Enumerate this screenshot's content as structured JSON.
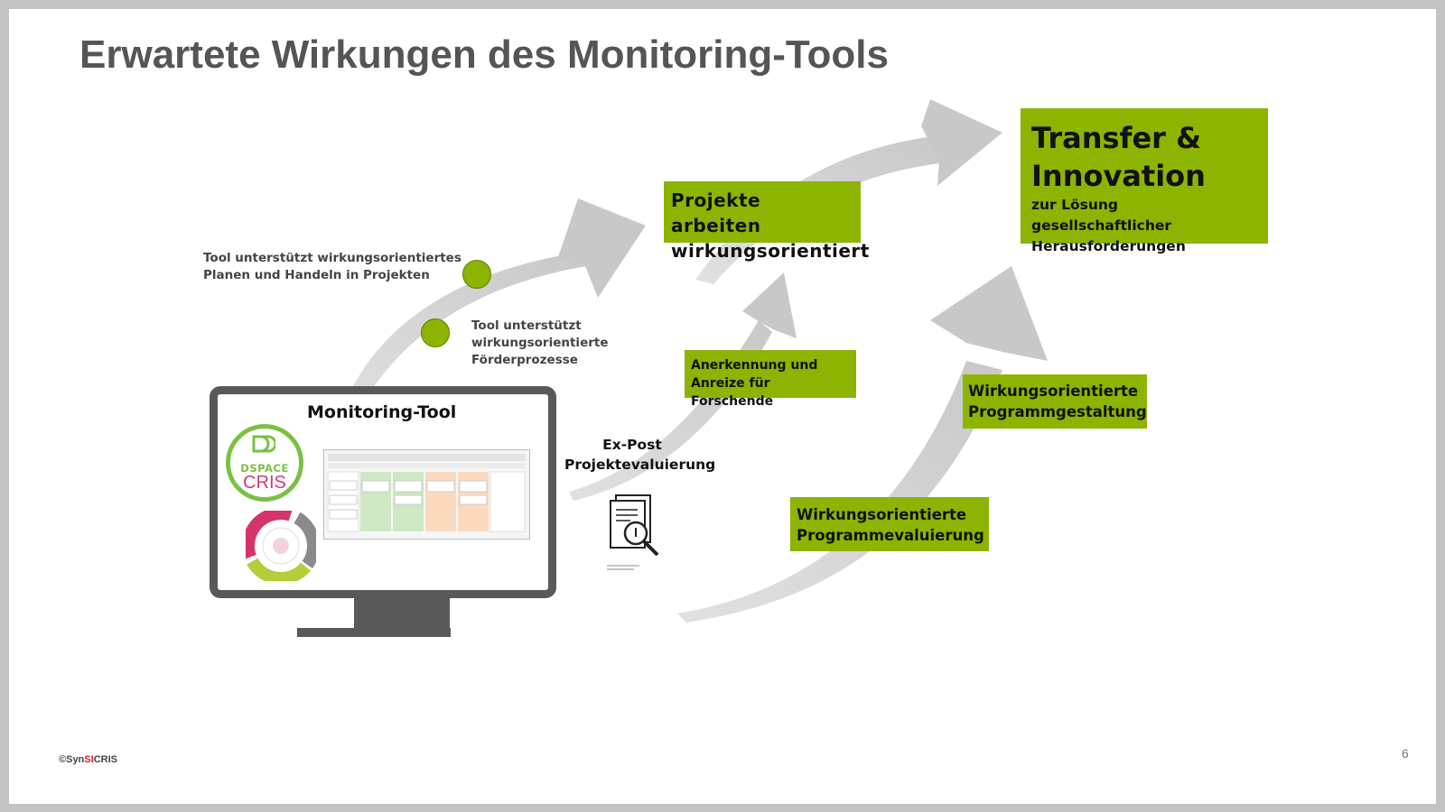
{
  "title": "Erwartete Wirkungen des Monitoring-Tools",
  "boxes": {
    "projects": [
      "Projekte  arbeiten",
      "wirkungsorientiert"
    ],
    "transfer": {
      "heading": [
        "Transfer &",
        "Innovation"
      ],
      "sub": [
        "zur Lösung gesellschaftlicher",
        "Herausforderungen"
      ]
    },
    "recognition": [
      "Anerkennung und",
      "Anreize für Forschende"
    ],
    "program_design": [
      "Wirkungsorientierte",
      "Programmgestaltung"
    ],
    "program_evaluation": [
      "Wirkungsorientierte",
      "Programmevaluierung"
    ]
  },
  "labels": {
    "planning": [
      "Tool unterstützt wirkungsorientiertes",
      "Planen und Handeln in Projekten"
    ],
    "funding": [
      "Tool unterstützt",
      "wirkungsorientierte",
      "Förderprozesse"
    ],
    "ex_post": [
      "Ex-Post",
      "Projektevaluierung"
    ]
  },
  "monitor": {
    "title": "Monitoring-Tool",
    "logo_top": "DSPACE",
    "logo_bottom": "CRIS"
  },
  "footer": {
    "prefix": "©Syn",
    "highlight": "SI",
    "suffix": "CRIS"
  },
  "page_number": "6",
  "colors": {
    "accent_green": "#8cb400",
    "arrow_gray": "#c8c8c8",
    "monitor_gray": "#595959",
    "brand_red": "#d2232a"
  }
}
